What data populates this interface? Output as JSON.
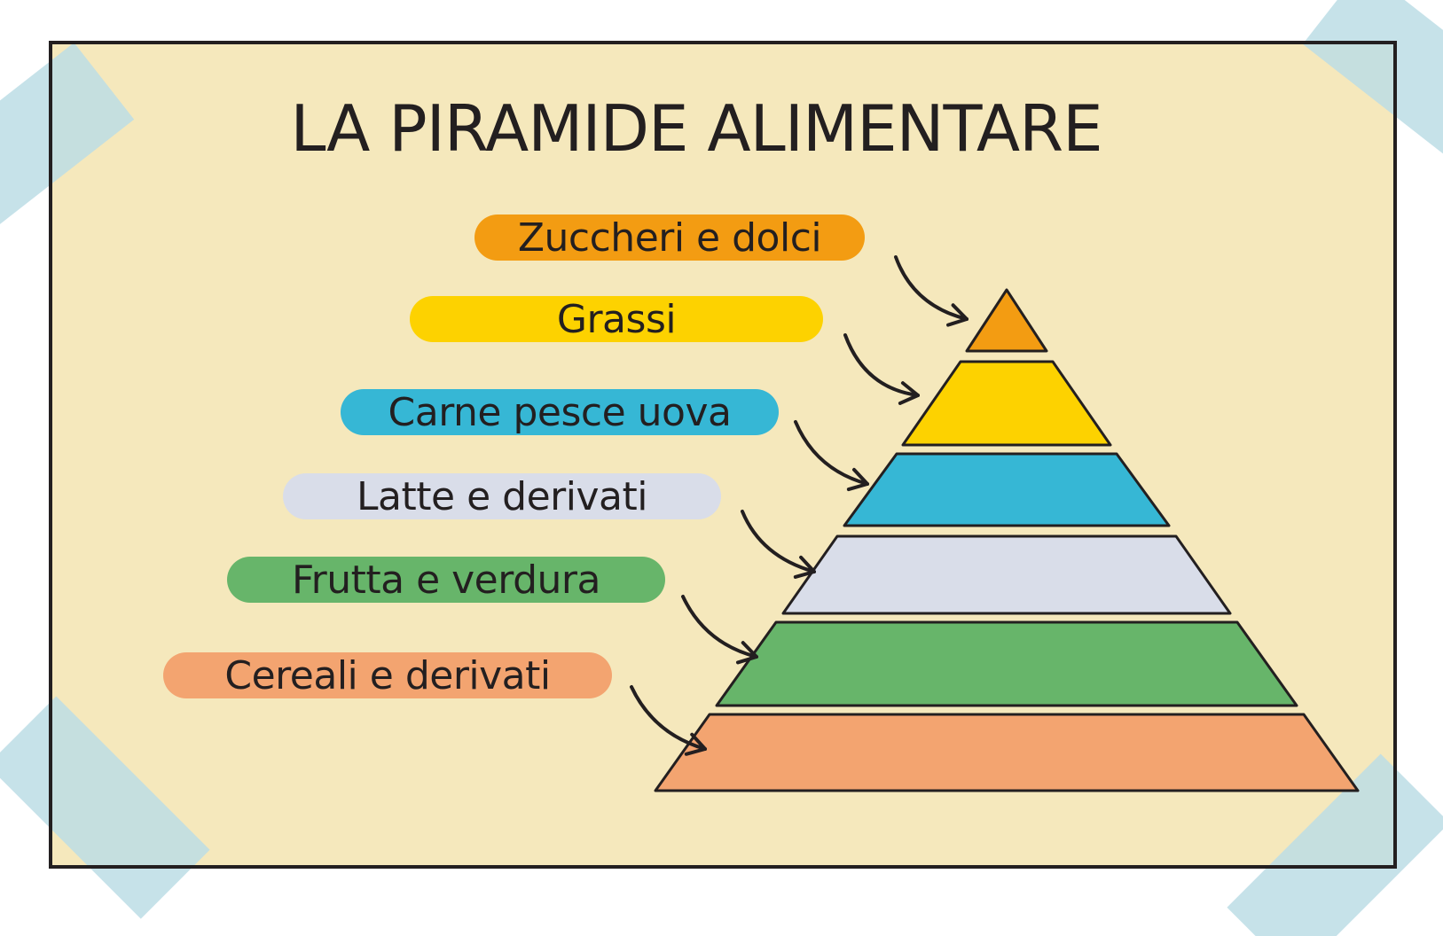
{
  "title": "LA PIRAMIDE ALIMENTARE",
  "colors": {
    "card_background": "#f5e8bc",
    "frame_border": "#231f20",
    "tape": "#bcdde6",
    "arrow": "#231f20"
  },
  "levels": [
    {
      "label": "Zuccheri e dolci",
      "color": "#f39c12",
      "layer": "top"
    },
    {
      "label": "Grassi",
      "color": "#fdd200",
      "layer": "second"
    },
    {
      "label": "Carne pesce uova",
      "color": "#36b7d5",
      "layer": "third"
    },
    {
      "label": "Latte e derivati",
      "color": "#d9dde9",
      "layer": "fourth"
    },
    {
      "label": "Frutta e verdura",
      "color": "#67b56a",
      "layer": "fifth"
    },
    {
      "label": "Cereali e derivati",
      "color": "#f3a470",
      "layer": "base"
    }
  ]
}
